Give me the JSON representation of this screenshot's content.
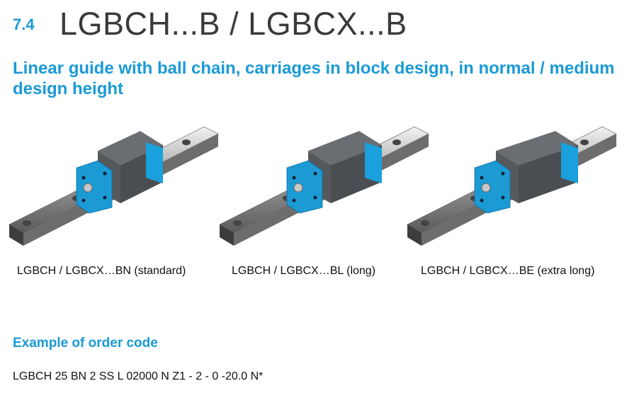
{
  "header": {
    "section_number": "7.4",
    "title": "LGBCH...B / LGBCX...B"
  },
  "subtitle": "Linear guide with ball chain, carriages in block design, in normal / medium design height",
  "products": [
    {
      "caption": "LGBCH / LGBCX…BN (standard)"
    },
    {
      "caption": "LGBCH / LGBCX…BL (long)"
    },
    {
      "caption": "LGBCH / LGBCX…BE (extra long)"
    }
  ],
  "order_code": {
    "heading": "Example of order code",
    "code": "LGBCH 25 BN 2 SS L 02000 N Z1 - 2 - 0 -20.0 N*"
  },
  "colors": {
    "accent": "#1a9ad6",
    "title": "#3a3a3a"
  }
}
